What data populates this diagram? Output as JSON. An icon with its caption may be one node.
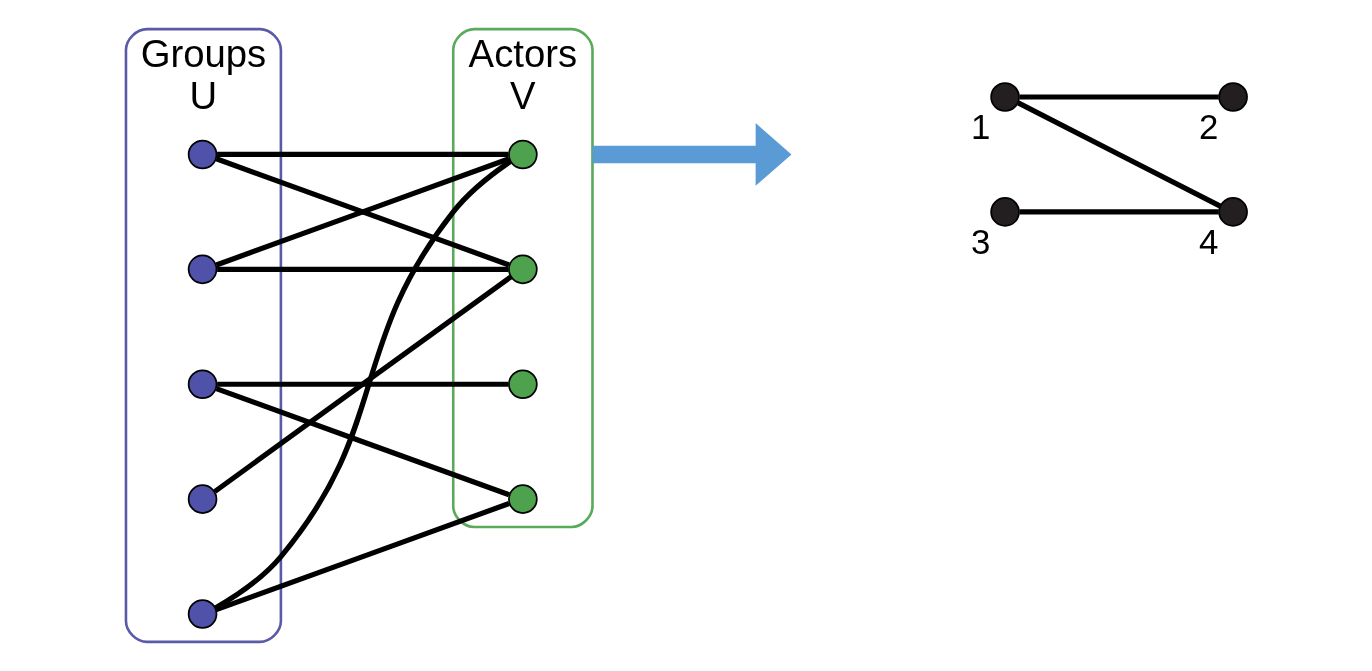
{
  "diagram": {
    "nodes": [
      {
        "text": [
          "U"
        ],
        "beside": [
          "Groups"
        ]
      },
      {
        "text": [],
        "shape": "circle",
        "in": 0
      },
      {
        "text": [],
        "shape": "circle",
        "in": 0
      },
      {
        "text": [],
        "shape": "circle",
        "in": 0
      },
      {
        "text": [],
        "shape": "circle",
        "in": 0
      },
      {
        "text": [],
        "shape": "circle",
        "in": 0
      },
      {
        "text": [
          "V"
        ],
        "beside": [
          "Actors"
        ]
      },
      {
        "text": [],
        "shape": "circle",
        "in": 6
      },
      {
        "text": [],
        "shape": "circle",
        "in": 6
      },
      {
        "text": [],
        "shape": "circle",
        "in": 6
      },
      {
        "text": [],
        "shape": "circle",
        "in": 6
      },
      {
        "text": [],
        "shape": "circle",
        "beside": [
          "1"
        ]
      },
      {
        "text": [],
        "shape": "circle",
        "beside": [
          "2"
        ]
      },
      {
        "text": [],
        "shape": "circle",
        "beside": [
          "3"
        ]
      },
      {
        "text": [],
        "shape": "circle",
        "beside": [
          "4"
        ]
      }
    ],
    "edges": [
      {
        "from": 1,
        "to": 7,
        "arrow": "none"
      },
      {
        "from": 1,
        "to": 8,
        "arrow": "none"
      },
      {
        "from": 2,
        "to": 7,
        "arrow": "none"
      },
      {
        "from": 2,
        "to": 8,
        "arrow": "none"
      },
      {
        "from": 3,
        "to": 9,
        "arrow": "none"
      },
      {
        "from": 3,
        "to": 10,
        "arrow": "none"
      },
      {
        "from": 4,
        "to": 8,
        "arrow": "none"
      },
      {
        "from": 5,
        "to": 7,
        "arrow": "none"
      },
      {
        "from": 5,
        "to": 10,
        "arrow": "none"
      },
      {
        "from": 6,
        "to": null,
        "arrow": "to",
        "style": "thick",
        "color": "#5b9bd5"
      },
      {
        "from": 11,
        "to": 12,
        "arrow": "none"
      },
      {
        "from": 11,
        "to": 14,
        "arrow": "none"
      },
      {
        "from": 13,
        "to": 14,
        "arrow": "none"
      }
    ]
  }
}
